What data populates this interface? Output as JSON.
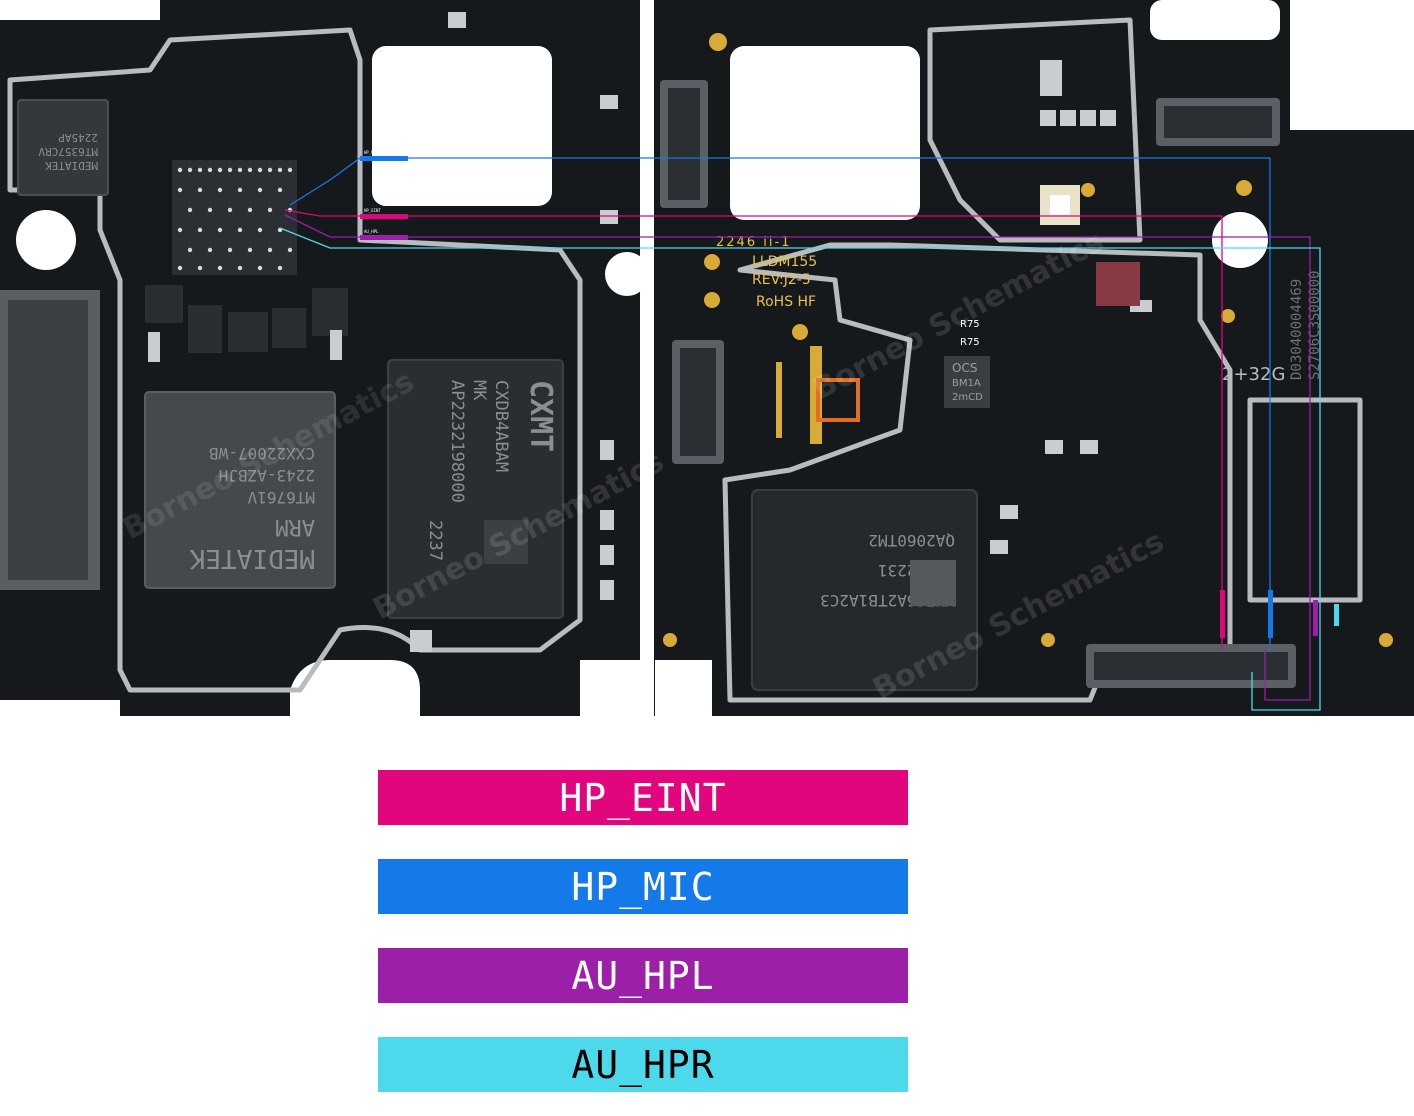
{
  "board": {
    "cpu_label": [
      "MEDIATEK",
      "ARM",
      "MT6761V",
      "2243-AZBJH",
      "CXX22007-WB"
    ],
    "memory_label": [
      "CXMT",
      "CXDB4ABAM",
      "MK",
      "AP2232198000",
      "2237"
    ],
    "emmc_label": [
      "YMEC6A2TB1A2C3",
      "AAA  2231",
      "QA2060TM2"
    ],
    "pmic_label": [
      "MEDIATEK",
      "MT6357CRV",
      "2245AP"
    ],
    "silk_2246": "2246  ii-1",
    "silk_model": "LLDM155",
    "silk_rev": "REV:J2-5",
    "silk_rohs": "RoHS HF",
    "silk_capacity": "2+32G",
    "silk_serial": "D03040004469",
    "silk_serial2": "S2706C3S00000",
    "r75a": "R75",
    "r75b": "R75",
    "ocs": [
      "OCS",
      "BM1A",
      "2mCD"
    ],
    "watermark": "Borneo Schematics",
    "trace_tags": {
      "hp_mic": "HP_MIC",
      "hp_eint": "HP_EINT",
      "au_hpl": "AU_HPL"
    }
  },
  "legend": [
    {
      "label": "HP_EINT",
      "color": "#e2067e",
      "text_color": "#ffffff"
    },
    {
      "label": "HP_MIC",
      "color": "#1479e9",
      "text_color": "#ffffff"
    },
    {
      "label": "AU_HPL",
      "color": "#9b1fa7",
      "text_color": "#ffffff"
    },
    {
      "label": "AU_HPR",
      "color": "#4dd9ec",
      "text_color": "#000000"
    }
  ]
}
